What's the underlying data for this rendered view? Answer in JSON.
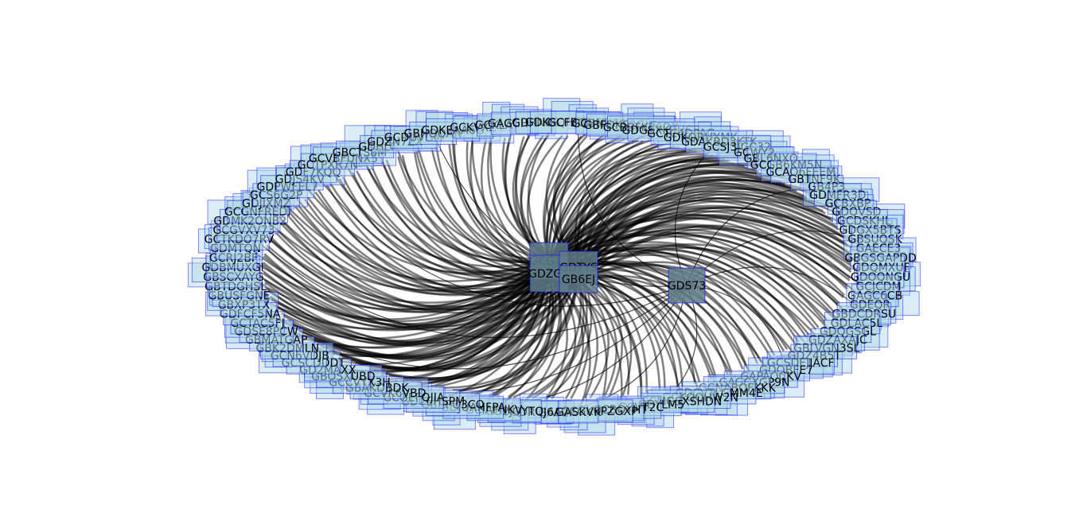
{
  "hub_nodes": [
    {
      "id": "GCGTB"
    },
    {
      "id": "GDZGV"
    },
    {
      "id": "GDTYS"
    },
    {
      "id": "GB6EJ"
    },
    {
      "id": "GDS73"
    }
  ],
  "leaf_nodes": [
    {
      "id": "GA52P"
    },
    {
      "id": "GDRUJ6A"
    },
    {
      "id": "GB2JQYTQ"
    },
    {
      "id": "GCIAFNKV"
    },
    {
      "id": "GDJUAHFPA"
    },
    {
      "id": "GBRPQ3CQ"
    },
    {
      "id": "GDCEHSPM"
    },
    {
      "id": "GCGEFQJIA"
    },
    {
      "id": "GCVK6VBD"
    },
    {
      "id": "GBAKDBDK"
    },
    {
      "id": "GCCVYX3H"
    },
    {
      "id": "GBOSXUBD"
    },
    {
      "id": "GD2MAXX"
    },
    {
      "id": "GCSCDDDT"
    },
    {
      "id": "GCN6VDJB"
    },
    {
      "id": "GBK2DMLN"
    },
    {
      "id": "GBMATGAP"
    },
    {
      "id": "GDSE8PCW"
    },
    {
      "id": "GCTAC5FJ"
    },
    {
      "id": "GDFCF5NA"
    },
    {
      "id": "GBXP3TX"
    },
    {
      "id": "GBUSFGNE"
    },
    {
      "id": "GBTDGHSL"
    },
    {
      "id": "GBSCXAYG"
    },
    {
      "id": "GDBMUXGI"
    },
    {
      "id": "GCRJ2BF"
    },
    {
      "id": "GDMTQN"
    },
    {
      "id": "GCTKDO7RV"
    },
    {
      "id": "GCGVXV73"
    },
    {
      "id": "GDMK2ONB2"
    },
    {
      "id": "GCGNFREDI"
    },
    {
      "id": "GDJIXMZ"
    },
    {
      "id": "GCS6G2P"
    },
    {
      "id": "GDPWFEL7"
    },
    {
      "id": "GDJS4KV"
    },
    {
      "id": "GDF7KQQ"
    },
    {
      "id": "GCTPXR7N"
    },
    {
      "id": "GCVBFUNX5"
    },
    {
      "id": "GBCTS8M"
    },
    {
      "id": "GDHLT"
    },
    {
      "id": "GDZN7ZX"
    },
    {
      "id": "GCDUVGM"
    },
    {
      "id": "GBHQQAN"
    },
    {
      "id": "GDKEAA6G"
    },
    {
      "id": "GCKVXZ"
    },
    {
      "id": "GCKLA"
    },
    {
      "id": "GAGCHFP"
    },
    {
      "id": "GDRNRS"
    },
    {
      "id": "GDKSQHFG"
    },
    {
      "id": "GCFBQN65"
    },
    {
      "id": "GCBNU6A"
    },
    {
      "id": "GBFDKS2GJG"
    },
    {
      "id": "GCBBFK26DX"
    },
    {
      "id": "GDGSXK9HCR"
    },
    {
      "id": "GCTC4DPAG"
    },
    {
      "id": "GDKQRHXMK"
    },
    {
      "id": "GDAKBD3KTK"
    },
    {
      "id": "GCSJ3JGC32"
    },
    {
      "id": "GCWY2"
    },
    {
      "id": "GBL6NXQ"
    },
    {
      "id": "GCGB6KM5N"
    },
    {
      "id": "GCAQ6FEEM"
    },
    {
      "id": "GBTNF9K"
    },
    {
      "id": "GB4P3"
    },
    {
      "id": "GDMFR3D"
    },
    {
      "id": "GCBXBP"
    },
    {
      "id": "GDQVSD"
    },
    {
      "id": "GCDSKHL"
    },
    {
      "id": "GDGX5BTS"
    },
    {
      "id": "GBSUQSK"
    },
    {
      "id": "GAECE3"
    },
    {
      "id": "GBGSGAPDD"
    },
    {
      "id": "GDQMXUF"
    },
    {
      "id": "GDOQNGU"
    },
    {
      "id": "GCJCDM"
    },
    {
      "id": "GAGC6CB"
    },
    {
      "id": "GDEQR"
    },
    {
      "id": "GBDCDRSU"
    },
    {
      "id": "GDLAC5L"
    },
    {
      "id": "GDQGSGL"
    },
    {
      "id": "GDZAXAJC"
    },
    {
      "id": "GBLVGN3SL"
    },
    {
      "id": "GDZ4B5T"
    },
    {
      "id": "GCSDEJIACF"
    },
    {
      "id": "GDQBFE7"
    },
    {
      "id": "GAPAQCKV"
    },
    {
      "id": "GAGCXGP9N"
    },
    {
      "id": "GCNABQFKKK"
    },
    {
      "id": "GDCVTLGMM4E"
    },
    {
      "id": "GCKQQHW2N"
    },
    {
      "id": "GCMGSXSHDN"
    },
    {
      "id": "GDYLM5"
    },
    {
      "id": "GCVT2C"
    },
    {
      "id": "GCBQYHT"
    },
    {
      "id": "GCGK6PZGXP"
    },
    {
      "id": "GASKVK"
    }
  ]
}
